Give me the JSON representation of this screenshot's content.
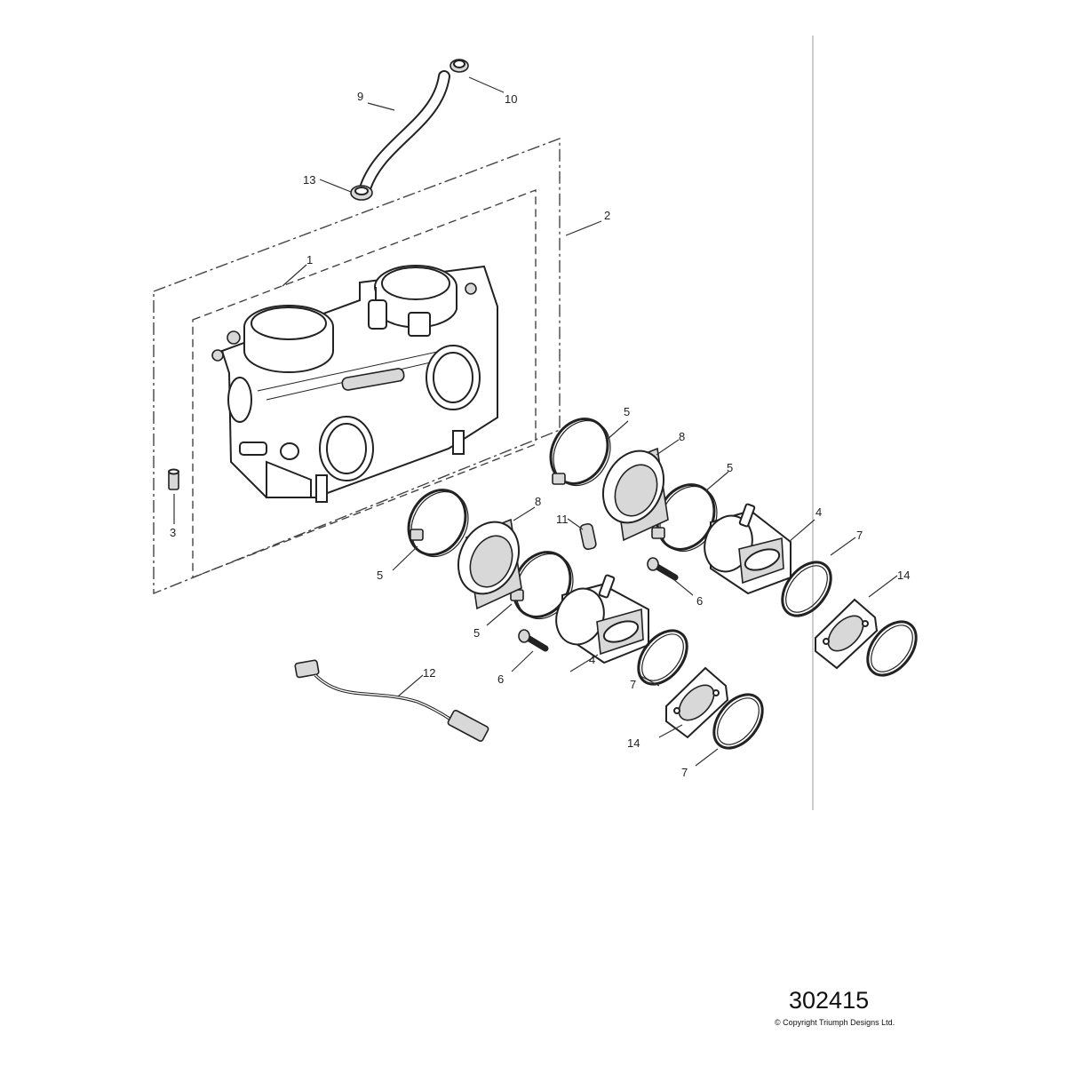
{
  "callouts": [
    {
      "label": "1"
    },
    {
      "label": "2"
    },
    {
      "label": "3"
    },
    {
      "label": "4"
    },
    {
      "label": "4"
    },
    {
      "label": "5"
    },
    {
      "label": "5"
    },
    {
      "label": "5"
    },
    {
      "label": "5"
    },
    {
      "label": "6"
    },
    {
      "label": "6"
    },
    {
      "label": "7"
    },
    {
      "label": "7"
    },
    {
      "label": "7"
    },
    {
      "label": "8"
    },
    {
      "label": "8"
    },
    {
      "label": "9"
    },
    {
      "label": "10"
    },
    {
      "label": "11"
    },
    {
      "label": "12"
    },
    {
      "label": "13"
    },
    {
      "label": "14"
    },
    {
      "label": "14"
    }
  ],
  "footer": {
    "reference_number": "302415",
    "copyright": "© Copyright Triumph Designs Ltd."
  }
}
